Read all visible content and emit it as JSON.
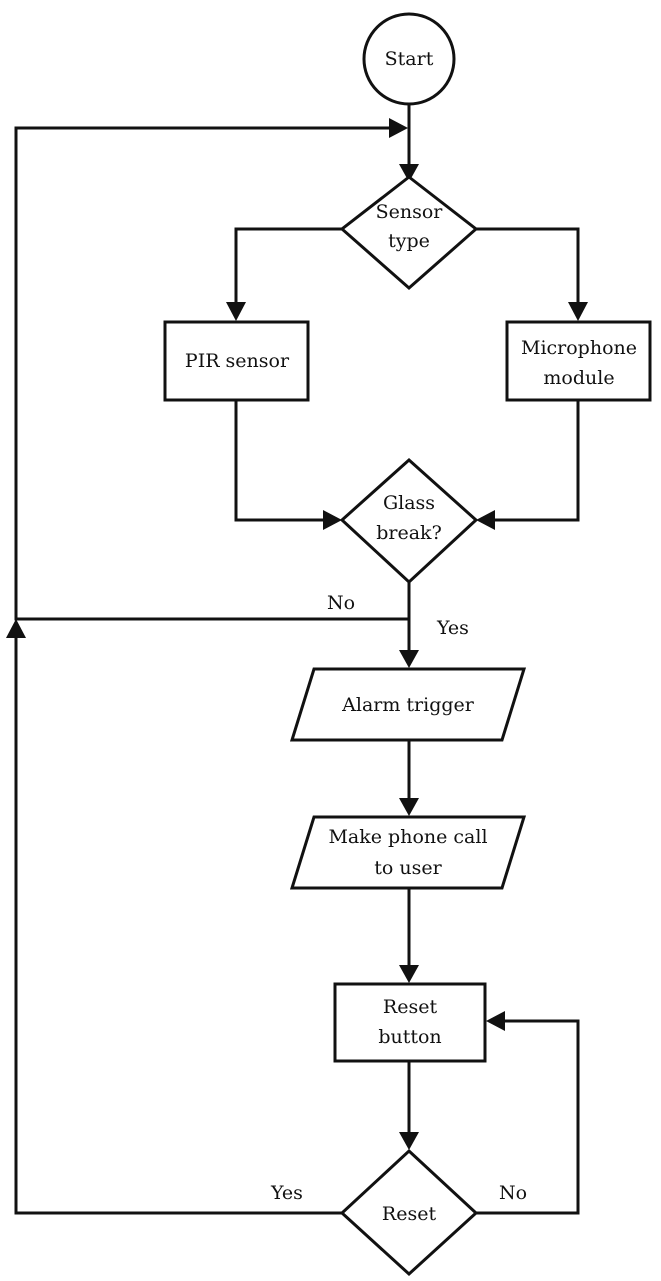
{
  "nodes": {
    "start": "Start",
    "sensor_type": [
      "Sensor",
      "type"
    ],
    "pir_sensor": "PIR sensor",
    "microphone_module": [
      "Microphone",
      "module"
    ],
    "glass_break": [
      "Glass",
      "break?"
    ],
    "alarm_trigger": "Alarm trigger",
    "make_phone_call": [
      "Make phone call",
      "to user"
    ],
    "reset_button": [
      "Reset",
      "button"
    ],
    "reset": "Reset"
  },
  "edge_labels": {
    "glass_no": "No",
    "glass_yes": "Yes",
    "reset_yes": "Yes",
    "reset_no": "No"
  },
  "colors": {
    "stroke": "#111111",
    "fill": "#ffffff"
  }
}
